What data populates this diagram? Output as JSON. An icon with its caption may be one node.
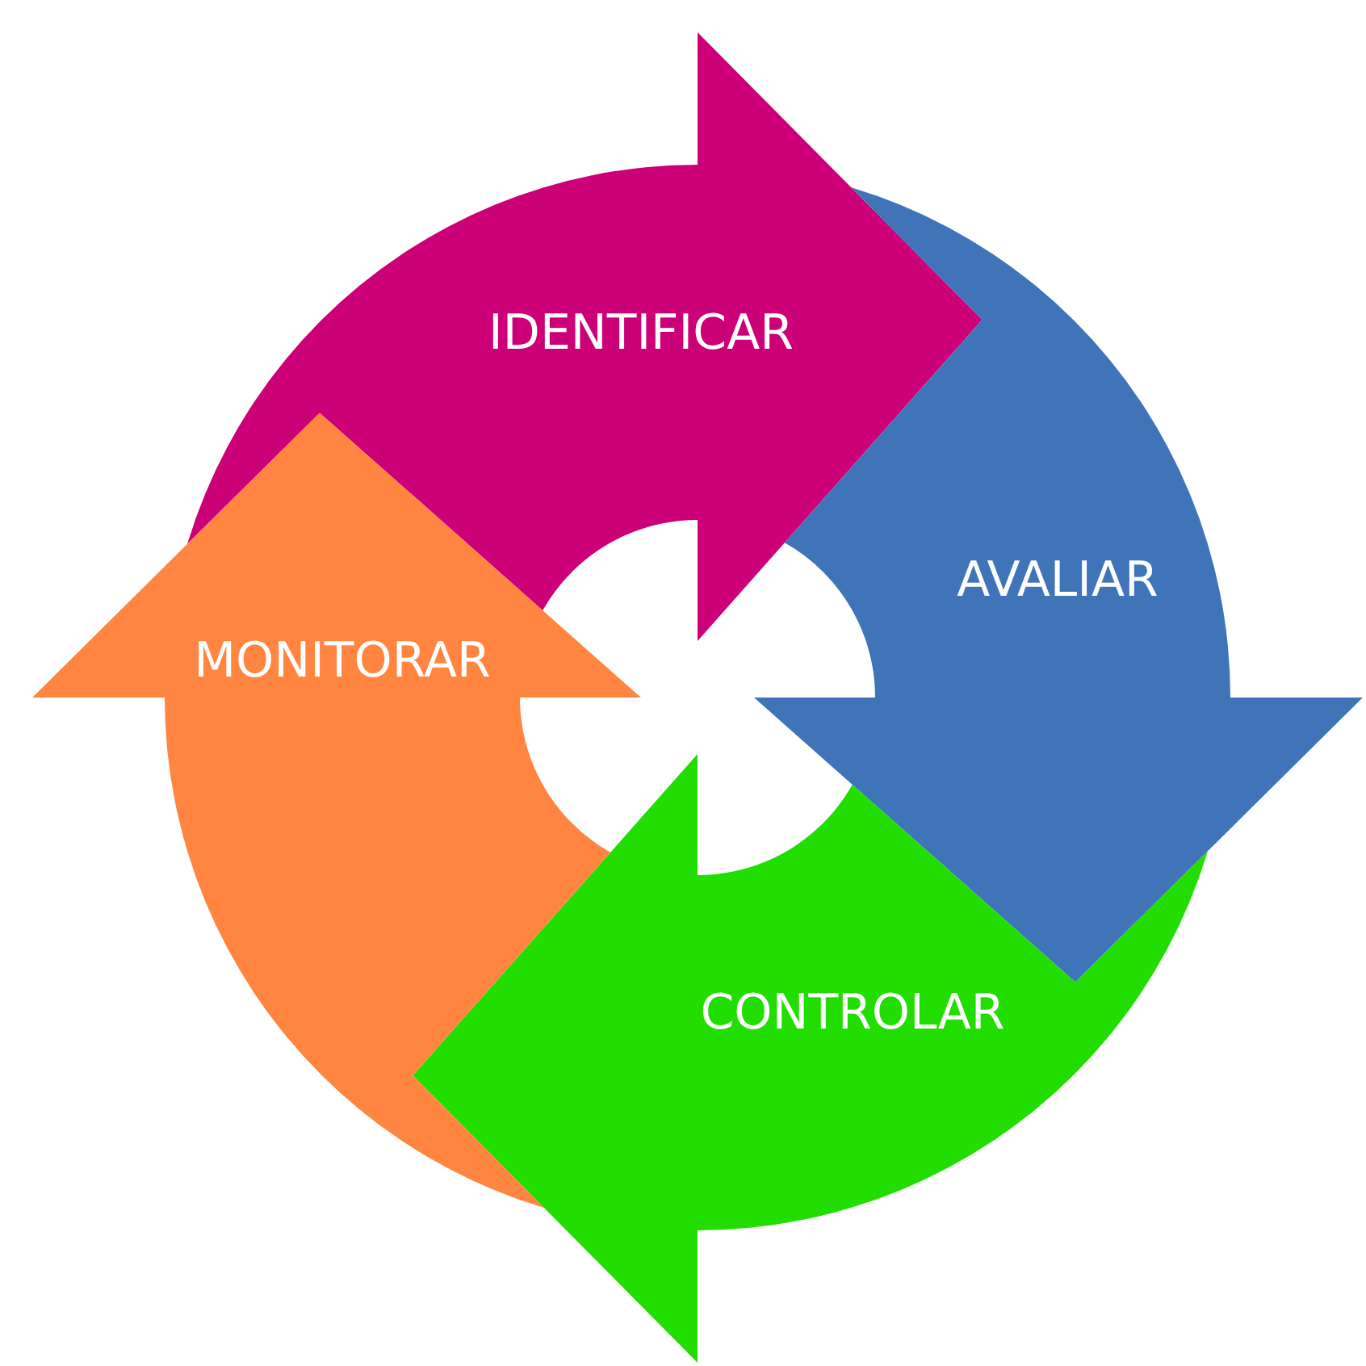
{
  "diagram": {
    "nodes": [
      {
        "text": [
          "IDENTIFICAR"
        ]
      },
      {
        "text": [
          "AVALIAR"
        ]
      },
      {
        "text": [
          "CONTROLAR"
        ]
      },
      {
        "text": [
          "MONITORAR"
        ]
      }
    ],
    "edges": [
      {
        "from": 0,
        "to": 1,
        "arrow": "to",
        "style": "thick",
        "color": "#cc0077"
      },
      {
        "from": 1,
        "to": 2,
        "arrow": "to",
        "style": "thick",
        "color": "#3f74b8"
      },
      {
        "from": 2,
        "to": 3,
        "arrow": "to",
        "style": "thick",
        "color": "#22dd00"
      },
      {
        "from": 3,
        "to": 0,
        "arrow": "to",
        "style": "thick",
        "color": "#ff8540"
      }
    ]
  }
}
